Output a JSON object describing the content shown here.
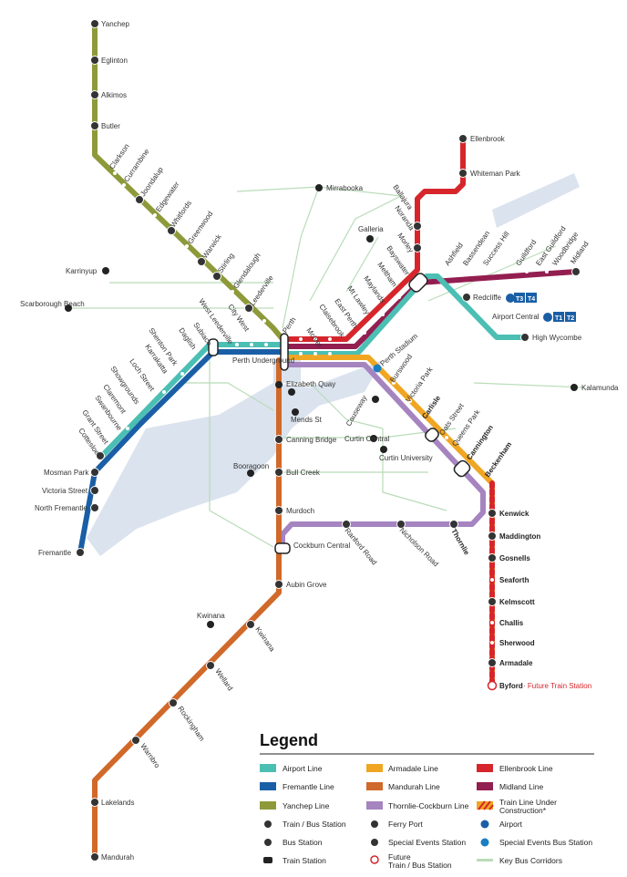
{
  "colors": {
    "airport": "#4bbfb3",
    "fremantle": "#1a5fa6",
    "yanchep": "#8e9a3a",
    "armadale": "#f0a623",
    "mandurah": "#d0692a",
    "thornlie": "#a584c0",
    "ellenbrook": "#d6262c",
    "midland": "#931e50",
    "corridor": "#b9dcb8",
    "water": "#dbe3ee",
    "future": "#d6262c"
  },
  "stations": {
    "yanchep": "Yanchep",
    "eglinton": "Eglinton",
    "alkimos": "Alkimos",
    "butler": "Butler",
    "clarkson": "Clarkson",
    "currambine": "Currambine",
    "joondalup": "Joondalup",
    "edgewater": "Edgewater",
    "whitfords": "Whitfords",
    "greenwood": "Greenwood",
    "warwick": "Warwick",
    "stirling": "Stirling",
    "glendalough": "Glendalough",
    "leederville": "Leederville",
    "city_west": "City West",
    "west_leederville": "West Leederville",
    "subiaco": "Subiaco",
    "daglish": "Daglish",
    "shenton_park": "Shenton Park",
    "karrakatta": "Karrakatta",
    "loch_street": "Loch Street",
    "showgrounds": "Showgrounds",
    "claremont": "Claremont",
    "swanbourne": "Swanbourne",
    "grant_street": "Grant Street",
    "cottesloe": "Cottesloe",
    "mosman_park": "Mosman Park",
    "victoria_street": "Victoria Street",
    "north_fremantle": "North Fremantle",
    "fremantle": "Fremantle",
    "perth": "Perth",
    "perth_underground": "Perth Underground",
    "mciver": "McIver",
    "claisebrook": "Claisebrook",
    "east_perth": "East Perth",
    "mt_lawley": "Mt Lawley",
    "maylands": "Maylands",
    "meltham": "Meltham",
    "bayswater": "Bayswater",
    "morley": "Morley",
    "noranda": "Noranda",
    "ballajura": "Ballajura",
    "whiteman_park": "Whiteman Park",
    "ellenbrook": "Ellenbrook",
    "ashfield": "Ashfield",
    "bassendean": "Bassendean",
    "success_hill": "Success Hill",
    "guildford": "Guildford",
    "east_guildford": "East Guildford",
    "woodbridge": "Woodbridge",
    "midland": "Midland",
    "redcliffe": "Redcliffe",
    "airport_central": "Airport Central",
    "high_wycombe": "High Wycombe",
    "perth_stadium": "Perth Stadium",
    "victoria_park": "Victoria Park",
    "burswood": "Burswood",
    "carlisle": "Carlisle",
    "oats_street": "Oats Street",
    "queens_park": "Queens Park",
    "cannington": "Cannington",
    "beckenham": "Beckenham",
    "kenwick": "Kenwick",
    "maddington": "Maddington",
    "gosnells": "Gosnells",
    "seaforth": "Seaforth",
    "kelmscott": "Kelmscott",
    "challis": "Challis",
    "sherwood": "Sherwood",
    "armadale": "Armadale",
    "byford": "Byford",
    "byford_note": "· Future Train Station",
    "thornlie": "Thornlie",
    "nicholson_road": "Nicholson Road",
    "ranford_road": "Ranford Road",
    "cockburn_central": "Cockburn Central",
    "elizabeth_quay": "Elizabeth Quay",
    "canning_bridge": "Canning Bridge",
    "bull_creek": "Bull Creek",
    "murdoch": "Murdoch",
    "aubin_grove": "Aubin Grove",
    "kwinana_stn": "Kwinana",
    "wellard": "Wellard",
    "rockingham": "Rockingham",
    "warnbro": "Warnbro",
    "lakelands": "Lakelands",
    "mandurah": "Mandurah"
  },
  "places": {
    "mirrabooka": "Mirrabooka",
    "galleria": "Galleria",
    "karrinyup": "Karrinyup",
    "scarborough_beach": "Scarborough Beach",
    "mends_st": "Mends St",
    "causeway": "Causeway",
    "curtin_central": "Curtin Central",
    "curtin_university": "Curtin University",
    "booragoon": "Booragoon",
    "kwinana_bus": "Kwinana",
    "kalamunda": "Kalamunda"
  },
  "badges": {
    "t3": "T3",
    "t4": "T4",
    "t1": "T1",
    "t2": "T2"
  },
  "legend": {
    "title": "Legend",
    "lines": [
      {
        "label": "Airport Line",
        "color_key": "airport"
      },
      {
        "label": "Armadale Line",
        "color_key": "armadale"
      },
      {
        "label": "Ellenbrook Line",
        "color_key": "ellenbrook"
      },
      {
        "label": "Fremantle Line",
        "color_key": "fremantle"
      },
      {
        "label": "Mandurah Line",
        "color_key": "mandurah"
      },
      {
        "label": "Midland Line",
        "color_key": "midland"
      },
      {
        "label": "Yanchep Line",
        "color_key": "yanchep"
      },
      {
        "label": "Thornlie-Cockburn Line",
        "color_key": "thornlie"
      },
      {
        "label": "Train Line Under Construction*",
        "color_key": "future"
      }
    ],
    "symbols": [
      {
        "label": "Train / Bus Station",
        "icon": "train-bus-station-icon"
      },
      {
        "label": "Ferry Port",
        "icon": "ferry-icon"
      },
      {
        "label": "Airport",
        "icon": "airport-icon"
      },
      {
        "label": "Bus Station",
        "icon": "bus-station-icon"
      },
      {
        "label": "Special Events Station",
        "icon": "special-events-station-icon"
      },
      {
        "label": "Special Events Bus Station",
        "icon": "special-events-bus-icon"
      },
      {
        "label": "Train Station",
        "icon": "train-station-icon"
      },
      {
        "label": "Future Train / Bus Station",
        "icon": "future-station-icon"
      },
      {
        "label": "Key Bus Corridors",
        "icon": "bus-corridor-icon"
      }
    ]
  }
}
